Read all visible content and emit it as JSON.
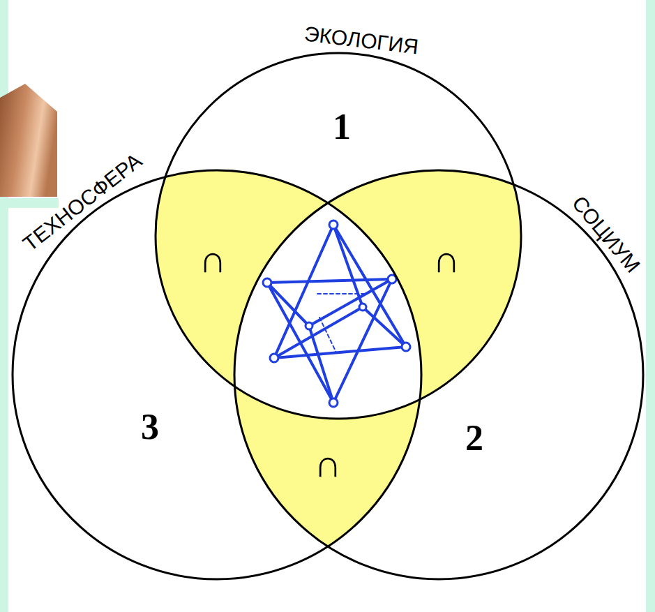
{
  "diagram": {
    "nodes": [
      {
        "text": [
          "ЭКОЛОГИЯ",
          "1"
        ]
      },
      {
        "text": [
          "ТЕХНОСФЕРА",
          "3"
        ]
      },
      {
        "text": [
          "СОЦИУМ",
          "2"
        ]
      }
    ],
    "labels": [
      "∩",
      "∩",
      "∩"
    ]
  }
}
